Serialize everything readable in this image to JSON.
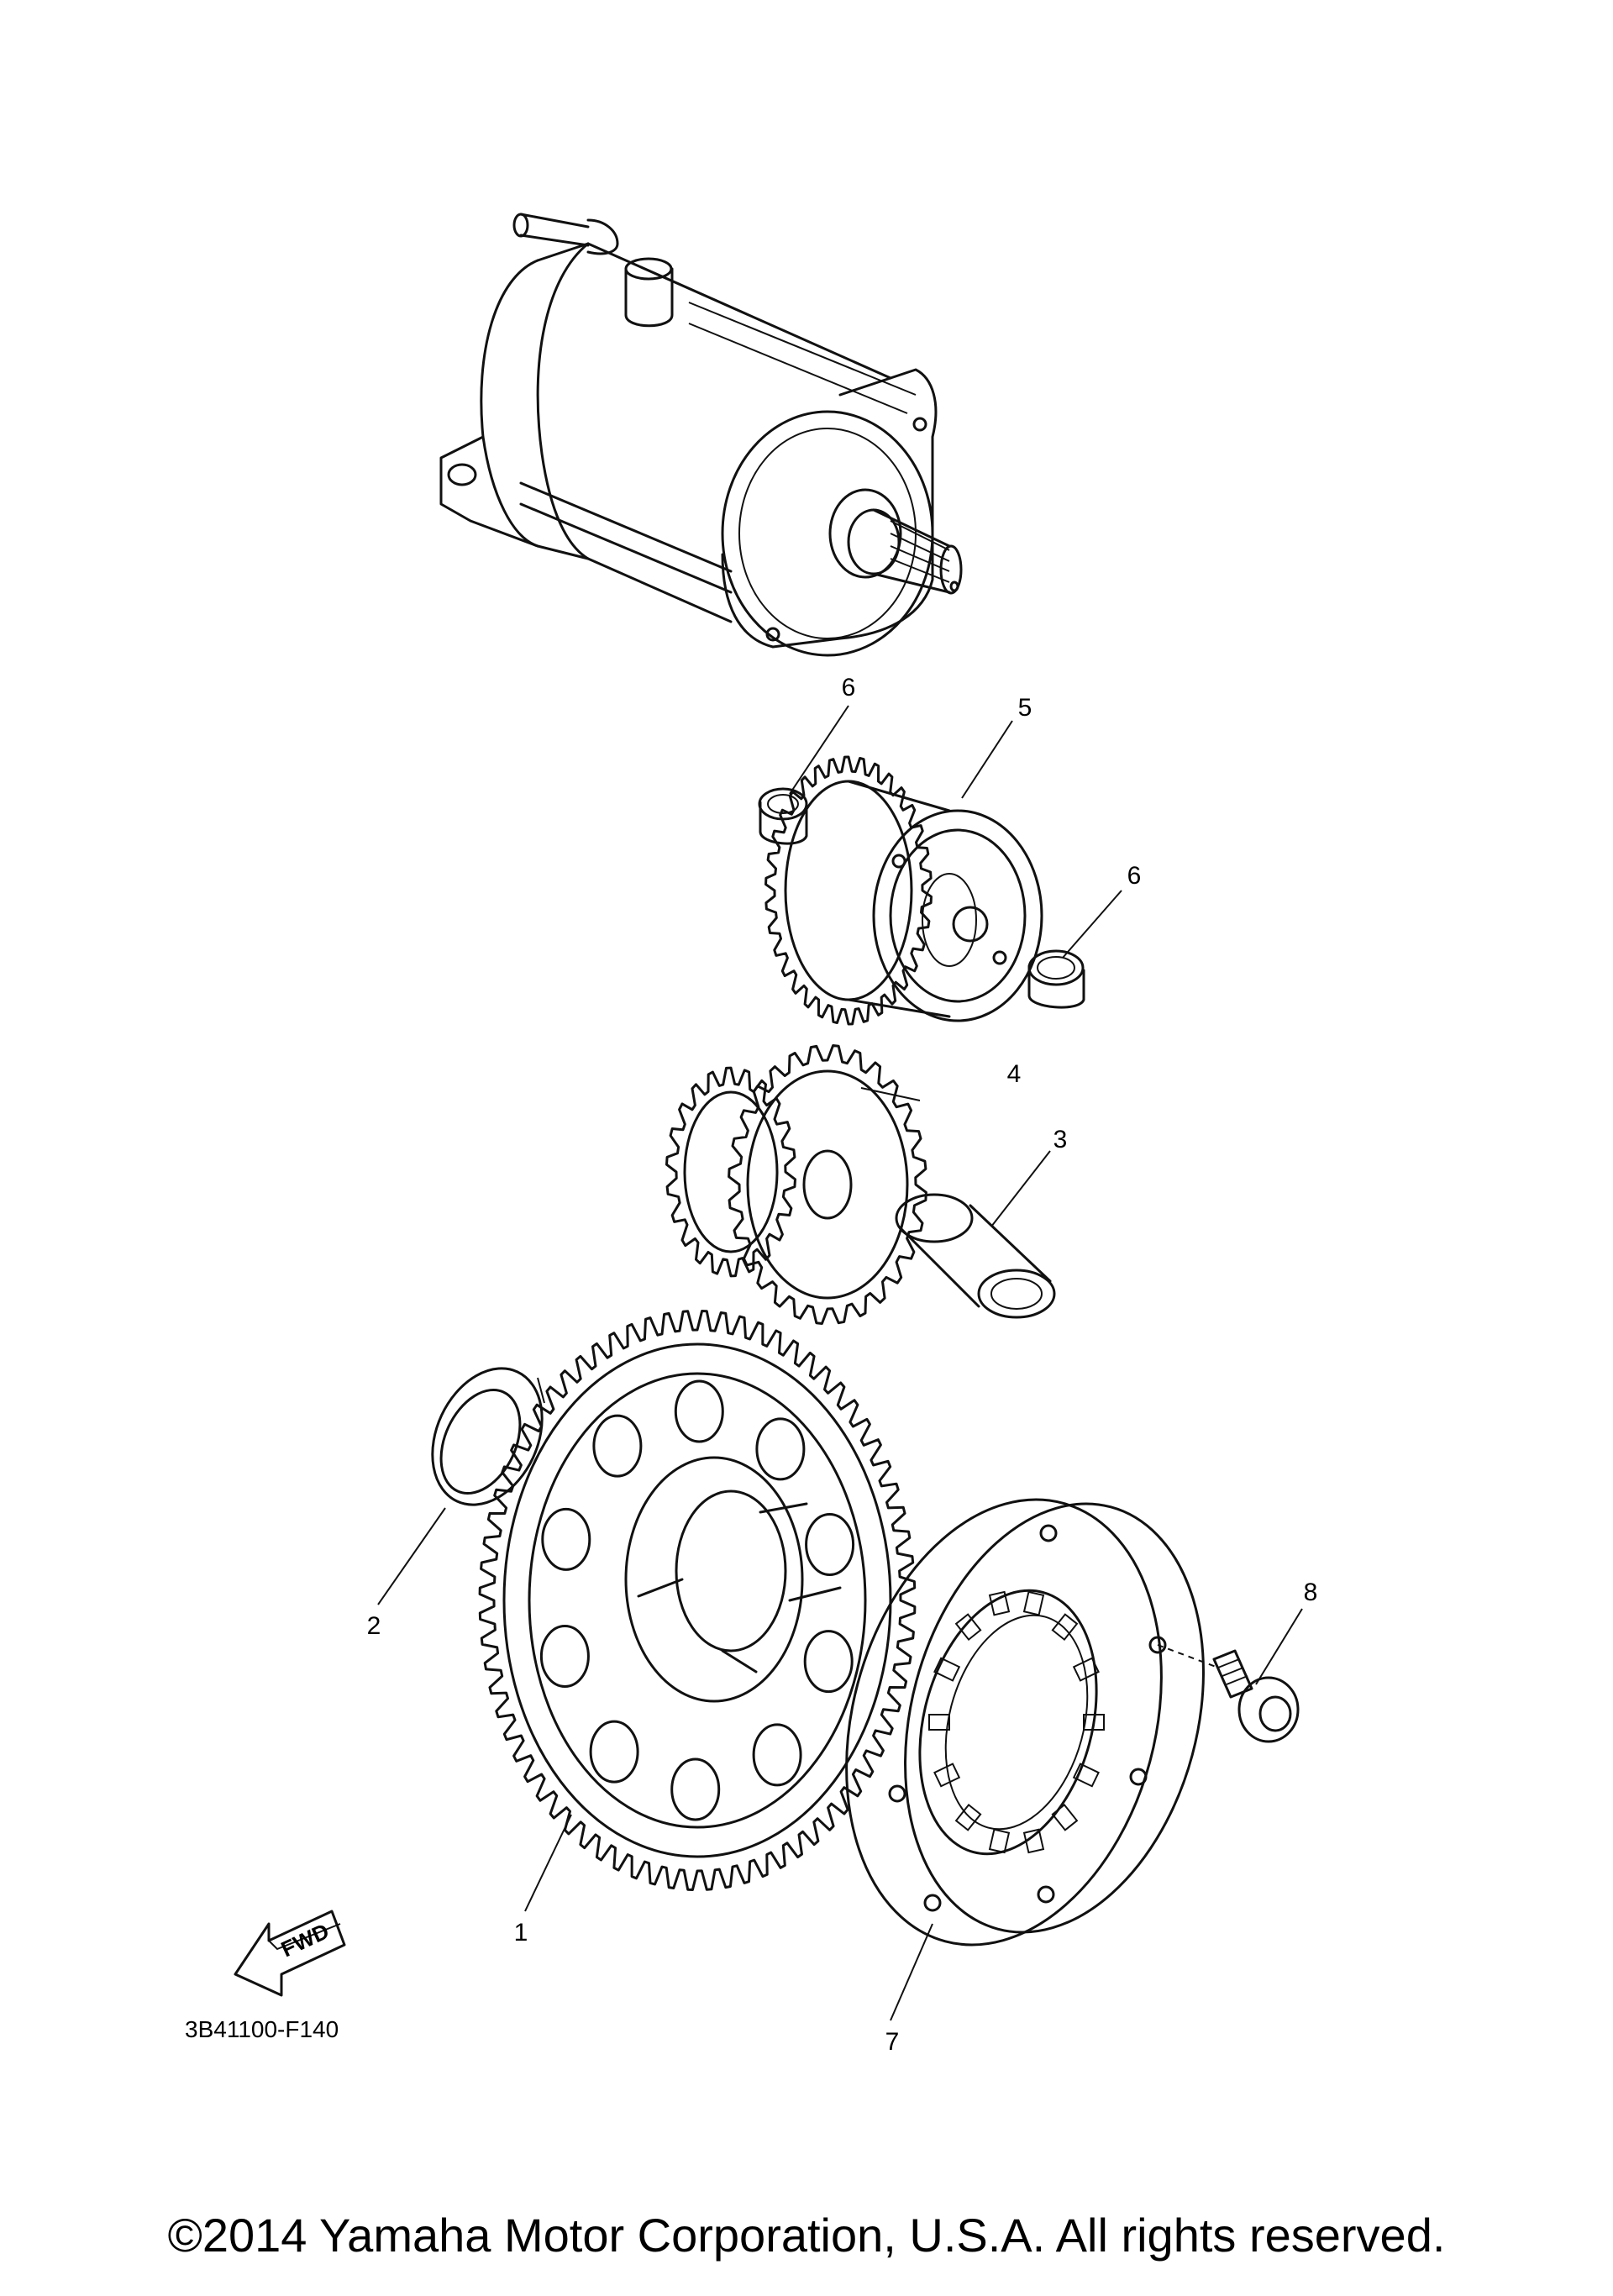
{
  "diagram": {
    "code": "3B41100-F140",
    "copyright": "©2014 Yamaha Motor Corporation, U.S.A. All rights reserved.",
    "fwd_label": "FWD",
    "callouts": [
      {
        "id": "c1",
        "label": "1",
        "part": "starter wheel gear"
      },
      {
        "id": "c2",
        "label": "2",
        "part": "washer"
      },
      {
        "id": "c3",
        "label": "3",
        "part": "shaft"
      },
      {
        "id": "c4",
        "label": "4",
        "part": "idler gear"
      },
      {
        "id": "c5",
        "label": "5",
        "part": "idler gear with clutch"
      },
      {
        "id": "c6a",
        "label": "6",
        "part": "bushing"
      },
      {
        "id": "c6b",
        "label": "6",
        "part": "bushing"
      },
      {
        "id": "c7",
        "label": "7",
        "part": "one-way clutch"
      },
      {
        "id": "c8",
        "label": "8",
        "part": "bolt"
      }
    ]
  }
}
